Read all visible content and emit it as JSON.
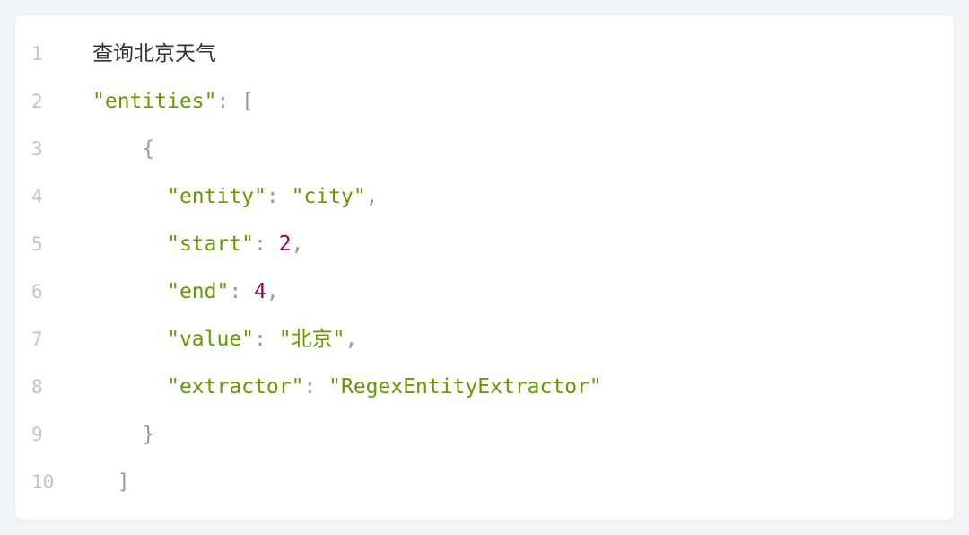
{
  "colors": {
    "page-bg": "#f2f3f5",
    "panel-bg": "#ffffff",
    "panel-border": "#e9ebee",
    "plain": "#333333",
    "string": "#669900",
    "number": "#990055",
    "punct": "#999999",
    "line-number": "#c0c5cc"
  },
  "code_block": {
    "language": "json",
    "lines": [
      {
        "number": "1",
        "tokens": [
          {
            "t": "plain",
            "s": "查询北京天气"
          }
        ]
      },
      {
        "number": "2",
        "tokens": [
          {
            "t": "string",
            "s": "\"entities\""
          },
          {
            "t": "punct",
            "s": ": ["
          }
        ]
      },
      {
        "number": "3",
        "tokens": [
          {
            "t": "punct",
            "s": "    {"
          }
        ]
      },
      {
        "number": "4",
        "tokens": [
          {
            "t": "plain",
            "s": "      "
          },
          {
            "t": "string",
            "s": "\"entity\""
          },
          {
            "t": "punct",
            "s": ": "
          },
          {
            "t": "string",
            "s": "\"city\""
          },
          {
            "t": "punct",
            "s": ","
          }
        ]
      },
      {
        "number": "5",
        "tokens": [
          {
            "t": "plain",
            "s": "      "
          },
          {
            "t": "string",
            "s": "\"start\""
          },
          {
            "t": "punct",
            "s": ": "
          },
          {
            "t": "number",
            "s": "2"
          },
          {
            "t": "punct",
            "s": ","
          }
        ]
      },
      {
        "number": "6",
        "tokens": [
          {
            "t": "plain",
            "s": "      "
          },
          {
            "t": "string",
            "s": "\"end\""
          },
          {
            "t": "punct",
            "s": ": "
          },
          {
            "t": "number",
            "s": "4"
          },
          {
            "t": "punct",
            "s": ","
          }
        ]
      },
      {
        "number": "7",
        "tokens": [
          {
            "t": "plain",
            "s": "      "
          },
          {
            "t": "string",
            "s": "\"value\""
          },
          {
            "t": "punct",
            "s": ": "
          },
          {
            "t": "string",
            "s": "\"北京\""
          },
          {
            "t": "punct",
            "s": ","
          }
        ]
      },
      {
        "number": "8",
        "tokens": [
          {
            "t": "plain",
            "s": "      "
          },
          {
            "t": "string",
            "s": "\"extractor\""
          },
          {
            "t": "punct",
            "s": ": "
          },
          {
            "t": "string",
            "s": "\"RegexEntityExtractor\""
          }
        ]
      },
      {
        "number": "9",
        "tokens": [
          {
            "t": "punct",
            "s": "    }"
          }
        ]
      },
      {
        "number": "10",
        "tokens": [
          {
            "t": "punct",
            "s": "  ]"
          }
        ]
      }
    ]
  }
}
